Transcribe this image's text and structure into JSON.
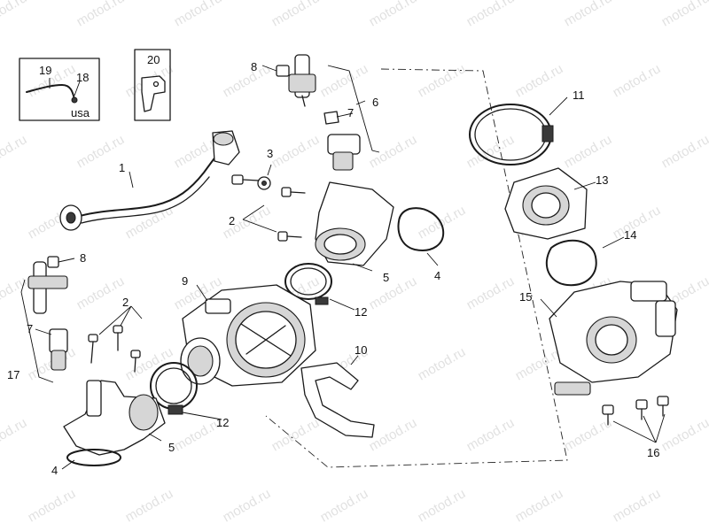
{
  "watermark": "motod.ru",
  "parts": {
    "p1": "1",
    "p2a": "2",
    "p2b": "2",
    "p3": "3",
    "p4a": "4",
    "p4b": "4",
    "p5a": "5",
    "p5b": "5",
    "p6": "6",
    "p7a": "7",
    "p7b": "7",
    "p8a": "8",
    "p8b": "8",
    "p9": "9",
    "p10": "10",
    "p11": "11",
    "p12a": "12",
    "p12b": "12",
    "p13": "13",
    "p14": "14",
    "p15": "15",
    "p16": "16",
    "p17": "17",
    "p18": "18",
    "p19": "19",
    "p20": "20"
  },
  "inset_note": "usa"
}
